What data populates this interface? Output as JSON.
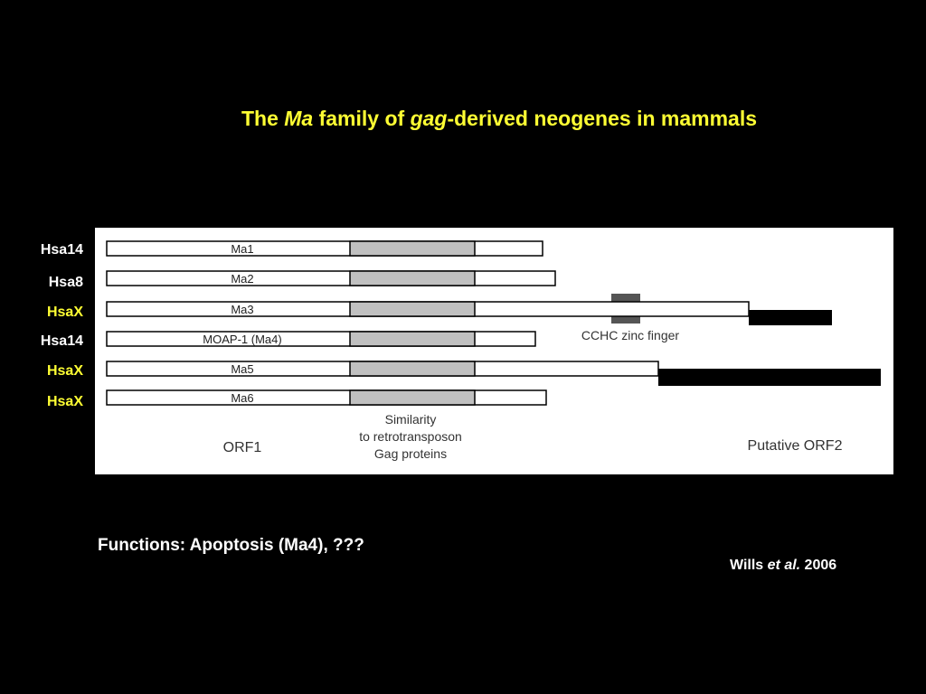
{
  "slide": {
    "title": {
      "part1": "The ",
      "italic1": "Ma",
      "part2": " family of ",
      "italic2": "gag",
      "part3": "-derived neogenes in mammals"
    },
    "functions_text": "Functions: Apoptosis (Ma4), ???",
    "citation": {
      "author": "Wills ",
      "italic": "et al.",
      "year": " 2006"
    },
    "colors": {
      "background": "#000000",
      "title": "#ffff33",
      "chrom_yellow": "#ffff33",
      "chrom_white": "#ffffff",
      "gag_fill": "#c0c0c0",
      "zinc_finger": "#555555"
    }
  },
  "diagram": {
    "genes": [
      {
        "chrom": "Hsa14",
        "chrom_color": "white",
        "label": "Ma1"
      },
      {
        "chrom": "Hsa8",
        "chrom_color": "white",
        "label": "Ma2"
      },
      {
        "chrom": "HsaX",
        "chrom_color": "yellow",
        "label": "Ma3"
      },
      {
        "chrom": "Hsa14",
        "chrom_color": "white",
        "label": "MOAP-1 (Ma4)"
      },
      {
        "chrom": "HsaX",
        "chrom_color": "yellow",
        "label": "Ma5"
      },
      {
        "chrom": "HsaX",
        "chrom_color": "yellow",
        "label": "Ma6"
      }
    ],
    "labels": {
      "zinc_finger": "CCHC zinc finger",
      "similarity_line1": "Similarity",
      "similarity_line2": "to retrotransposon",
      "similarity_line3": "Gag proteins",
      "orf1": "ORF1",
      "orf2": "Putative ORF2"
    }
  }
}
